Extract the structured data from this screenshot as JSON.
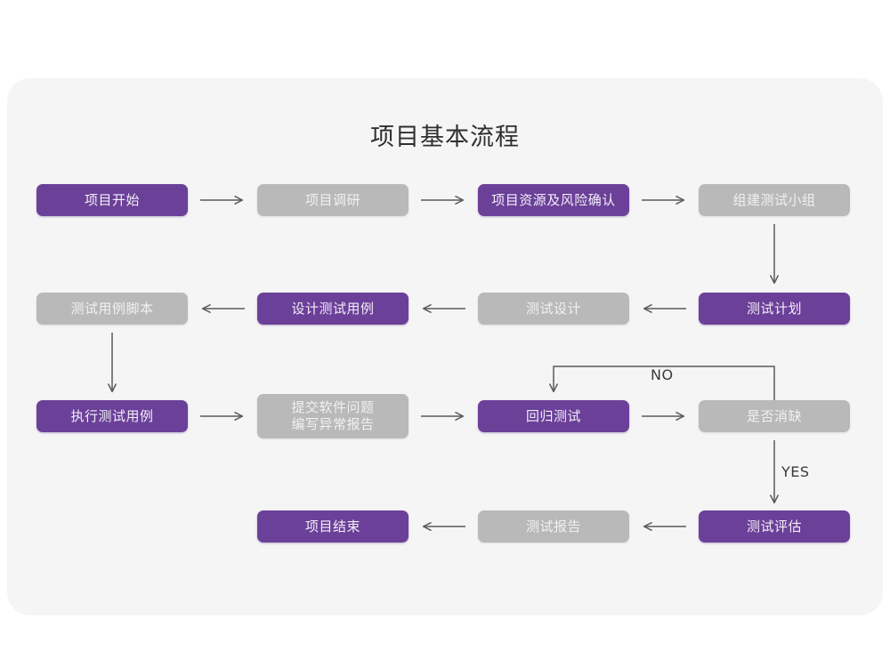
{
  "page": {
    "title": "项目基本流程",
    "background_color": "#ffffff",
    "card_color": "#f5f5f6"
  },
  "colors": {
    "accent_purple": "#6b4099",
    "muted_gray": "#b9b9b9",
    "node_text": "#f1f1f1",
    "arrow": "#5a5a5a",
    "title_text": "#2f2f2f"
  },
  "chart_data": {
    "type": "diagram",
    "title": "项目基本流程",
    "nodes": [
      {
        "id": "n1",
        "label": "项目开始",
        "style": "purple",
        "row": 1,
        "col": 1
      },
      {
        "id": "n2",
        "label": "项目调研",
        "style": "gray",
        "row": 1,
        "col": 2
      },
      {
        "id": "n3",
        "label": "项目资源及风险确认",
        "style": "purple",
        "row": 1,
        "col": 3
      },
      {
        "id": "n4",
        "label": "组建测试小组",
        "style": "gray",
        "row": 1,
        "col": 4
      },
      {
        "id": "n5",
        "label": "测试用例脚本",
        "style": "gray",
        "row": 2,
        "col": 1
      },
      {
        "id": "n6",
        "label": "设计测试用例",
        "style": "purple",
        "row": 2,
        "col": 2
      },
      {
        "id": "n7",
        "label": "测试设计",
        "style": "gray",
        "row": 2,
        "col": 3
      },
      {
        "id": "n8",
        "label": "测试计划",
        "style": "purple",
        "row": 2,
        "col": 4
      },
      {
        "id": "n9",
        "label": "执行测试用例",
        "style": "purple",
        "row": 3,
        "col": 1
      },
      {
        "id": "n10",
        "label": "提交软件问题\n编写异常报告",
        "style": "gray",
        "row": 3,
        "col": 2
      },
      {
        "id": "n11",
        "label": "回归测试",
        "style": "purple",
        "row": 3,
        "col": 3
      },
      {
        "id": "n12",
        "label": "是否消缺",
        "style": "gray",
        "row": 3,
        "col": 4
      },
      {
        "id": "n13",
        "label": "项目结束",
        "style": "purple",
        "row": 4,
        "col": 2
      },
      {
        "id": "n14",
        "label": "测试报告",
        "style": "gray",
        "row": 4,
        "col": 3
      },
      {
        "id": "n15",
        "label": "测试评估",
        "style": "purple",
        "row": 4,
        "col": 4
      }
    ],
    "edges": [
      {
        "from": "n1",
        "to": "n2",
        "label": "",
        "direction": "right"
      },
      {
        "from": "n2",
        "to": "n3",
        "label": "",
        "direction": "right"
      },
      {
        "from": "n3",
        "to": "n4",
        "label": "",
        "direction": "right"
      },
      {
        "from": "n4",
        "to": "n8",
        "label": "",
        "direction": "down"
      },
      {
        "from": "n8",
        "to": "n7",
        "label": "",
        "direction": "left"
      },
      {
        "from": "n7",
        "to": "n6",
        "label": "",
        "direction": "left"
      },
      {
        "from": "n6",
        "to": "n5",
        "label": "",
        "direction": "left"
      },
      {
        "from": "n5",
        "to": "n9",
        "label": "",
        "direction": "down"
      },
      {
        "from": "n9",
        "to": "n10",
        "label": "",
        "direction": "right"
      },
      {
        "from": "n10",
        "to": "n11",
        "label": "",
        "direction": "right"
      },
      {
        "from": "n11",
        "to": "n12",
        "label": "",
        "direction": "right"
      },
      {
        "from": "n12",
        "to": "n11",
        "label": "NO",
        "direction": "loop-up-left"
      },
      {
        "from": "n12",
        "to": "n15",
        "label": "YES",
        "direction": "down"
      },
      {
        "from": "n15",
        "to": "n14",
        "label": "",
        "direction": "left"
      },
      {
        "from": "n14",
        "to": "n13",
        "label": "",
        "direction": "left"
      }
    ],
    "edge_labels": [
      "NO",
      "YES"
    ]
  }
}
